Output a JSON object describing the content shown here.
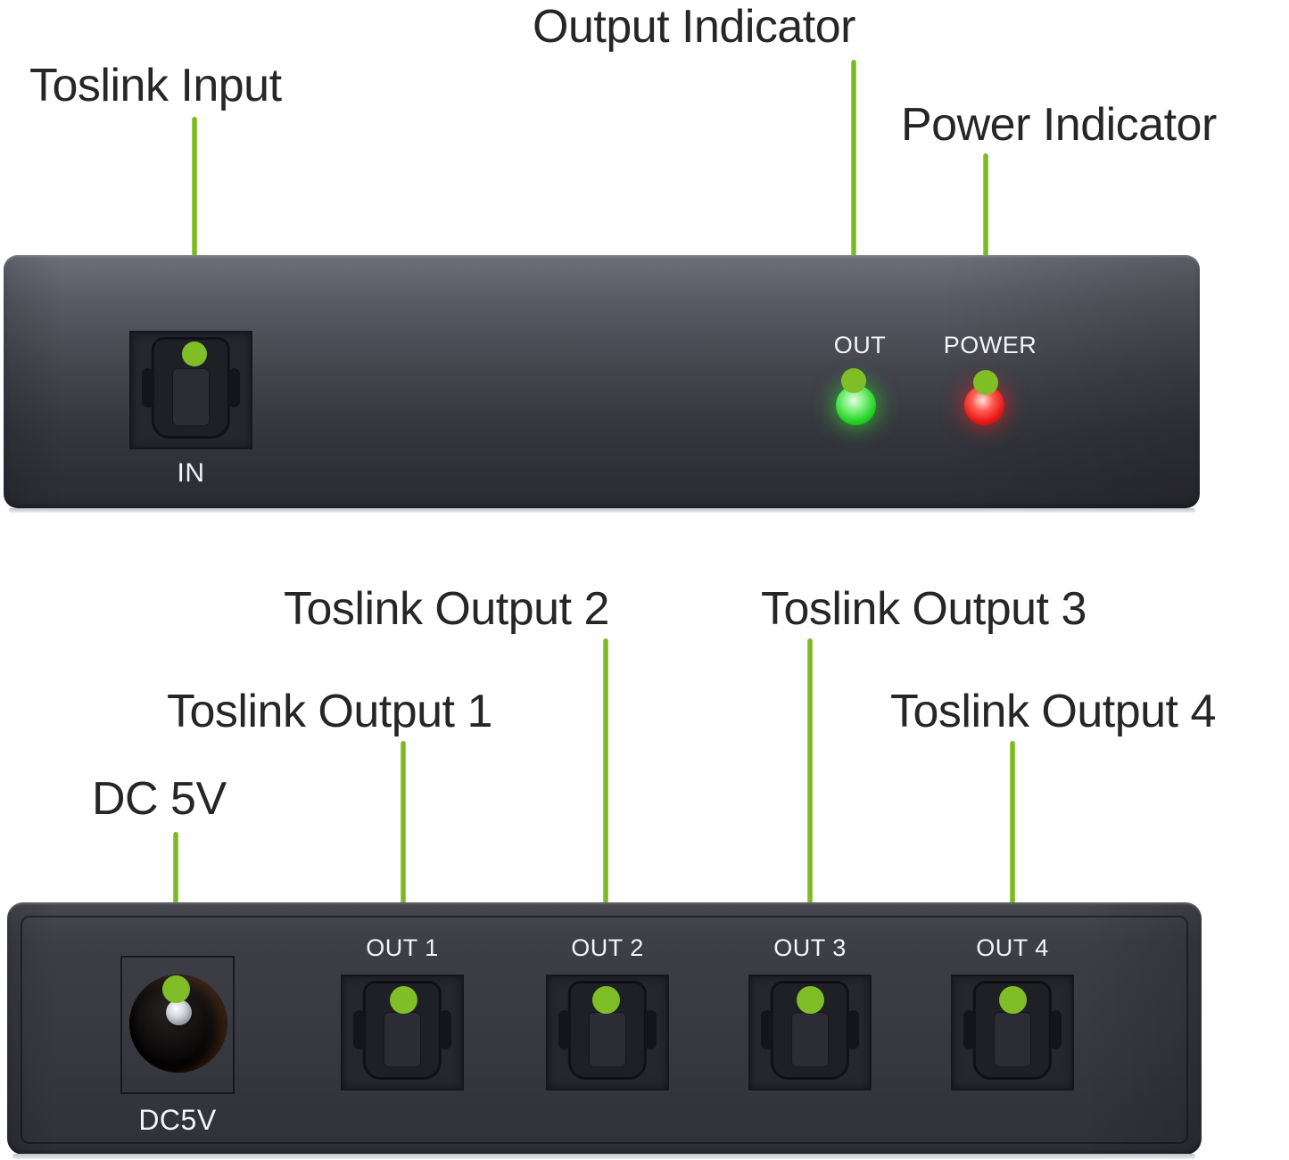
{
  "front_panel": {
    "callouts": [
      {
        "id": "toslink-input",
        "label": "Toslink Input"
      },
      {
        "id": "output-indicator",
        "label": "Output Indicator"
      },
      {
        "id": "power-indicator",
        "label": "Power Indicator"
      }
    ],
    "in_port": {
      "label": "IN"
    },
    "indicators": [
      {
        "id": "out-led",
        "label": "OUT",
        "state_color": "#23d223"
      },
      {
        "id": "power-led",
        "label": "POWER",
        "state_color": "#e61717"
      }
    ]
  },
  "rear_panel": {
    "callouts": [
      {
        "id": "dc-5v",
        "label": "DC 5V"
      },
      {
        "id": "toslink-output-1",
        "label": "Toslink Output 1"
      },
      {
        "id": "toslink-output-2",
        "label": "Toslink Output 2"
      },
      {
        "id": "toslink-output-3",
        "label": "Toslink Output 3"
      },
      {
        "id": "toslink-output-4",
        "label": "Toslink Output 4"
      }
    ],
    "ports": [
      {
        "label": "OUT 1"
      },
      {
        "label": "OUT 2"
      },
      {
        "label": "OUT 3"
      },
      {
        "label": "OUT 4"
      }
    ],
    "dc_port": {
      "label": "DC5V"
    }
  },
  "colors": {
    "callout_line_green": "#7fbe27",
    "led_green": "#23d223",
    "led_red": "#e61717",
    "annotation_text": "#262626",
    "panel_text": "#f3f4f5"
  }
}
